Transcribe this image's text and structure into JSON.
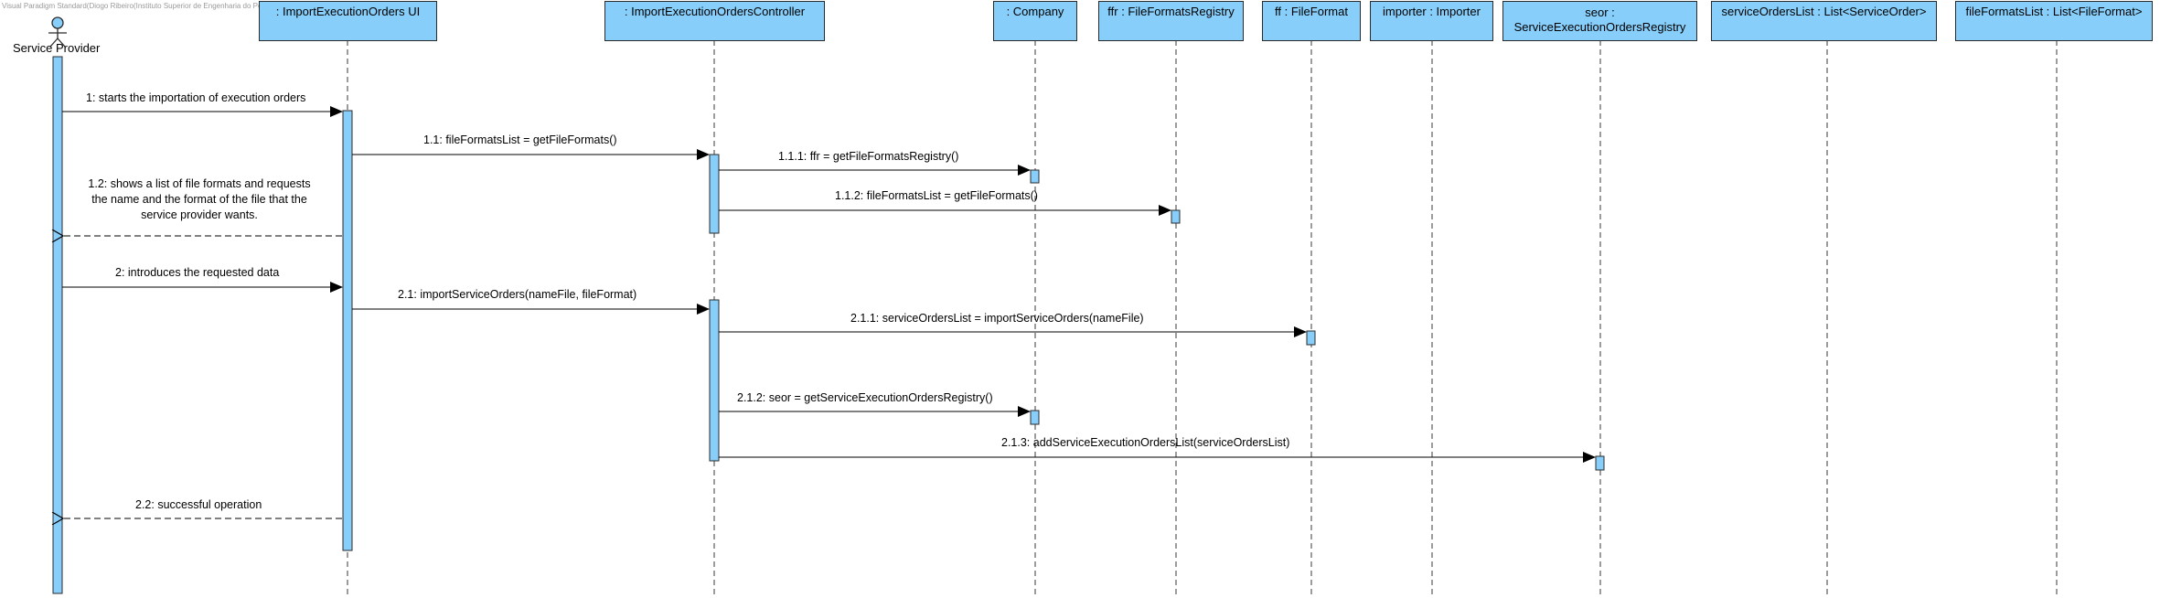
{
  "watermark": "Visual Paradigm Standard(Diogo Ribeiro(Instituto Superior de Engenharia do Porto))",
  "actor": {
    "name": "Service Provider",
    "icon": "stick-figure-icon"
  },
  "lifelines": [
    {
      "id": "ui",
      "label": ": ImportExecutionOrders UI"
    },
    {
      "id": "ctrl",
      "label": ": ImportExecutionOrdersController"
    },
    {
      "id": "company",
      "label": ": Company"
    },
    {
      "id": "ffr",
      "label": "ffr : FileFormatsRegistry"
    },
    {
      "id": "ff",
      "label": "ff : FileFormat"
    },
    {
      "id": "importer",
      "label": "importer : Importer"
    },
    {
      "id": "seor",
      "label_line1": "seor :",
      "label_line2": "ServiceExecutionOrdersRegistry"
    },
    {
      "id": "sol",
      "label": "serviceOrdersList : List<ServiceOrder>"
    },
    {
      "id": "ffl",
      "label": "fileFormatsList : List<FileFormat>"
    }
  ],
  "messages": [
    {
      "id": "m1",
      "label": "1: starts the importation of execution orders",
      "from": "actor",
      "to": "ui",
      "kind": "sync"
    },
    {
      "id": "m11",
      "label": "1.1: fileFormatsList = getFileFormats()",
      "from": "ui",
      "to": "ctrl",
      "kind": "sync"
    },
    {
      "id": "m111",
      "label": "1.1.1: ffr = getFileFormatsRegistry()",
      "from": "ctrl",
      "to": "company",
      "kind": "sync"
    },
    {
      "id": "m112",
      "label": "1.1.2: fileFormatsList = getFileFormats()",
      "from": "ctrl",
      "to": "ffr",
      "kind": "sync"
    },
    {
      "id": "m12",
      "label_lines": [
        "1.2: shows a list of file formats and requests",
        "the name and the format of the file that the",
        "service provider wants."
      ],
      "from": "ui",
      "to": "actor",
      "kind": "return"
    },
    {
      "id": "m2",
      "label": "2: introduces the requested data",
      "from": "actor",
      "to": "ui",
      "kind": "sync"
    },
    {
      "id": "m21",
      "label": "2.1: importServiceOrders(nameFile, fileFormat)",
      "from": "ui",
      "to": "ctrl",
      "kind": "sync"
    },
    {
      "id": "m211",
      "label": "2.1.1: serviceOrdersList = importServiceOrders(nameFile)",
      "from": "ctrl",
      "to": "ff",
      "kind": "sync"
    },
    {
      "id": "m212",
      "label": "2.1.2: seor = getServiceExecutionOrdersRegistry()",
      "from": "ctrl",
      "to": "company",
      "kind": "sync"
    },
    {
      "id": "m213",
      "label": "2.1.3: addServiceExecutionOrdersList(serviceOrdersList)",
      "from": "ctrl",
      "to": "seor",
      "kind": "sync"
    },
    {
      "id": "m22",
      "label": "2.2: successful operation",
      "from": "ui",
      "to": "actor",
      "kind": "return"
    }
  ],
  "colors": {
    "box_fill": "#87cefa",
    "activation_fill": "#87cefa",
    "stroke": "#2b2b2b"
  }
}
